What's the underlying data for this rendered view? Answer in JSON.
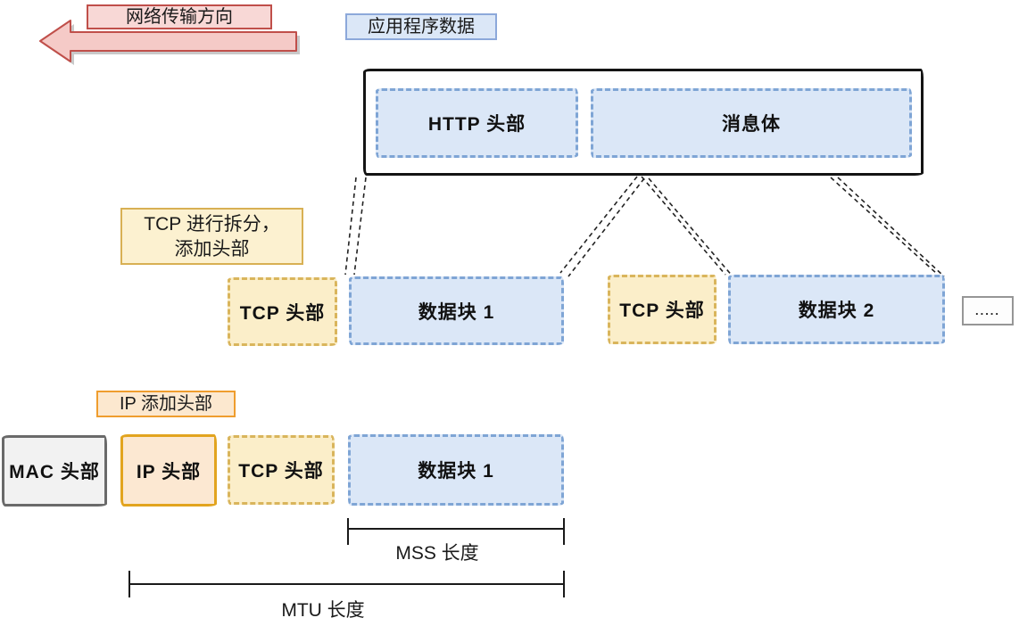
{
  "direction": {
    "label": "网络传输方向"
  },
  "app_data": {
    "label": "应用程序数据",
    "http_header": "HTTP 头部",
    "message_body": "消息体"
  },
  "tcp_note": {
    "line1": "TCP 进行拆分，",
    "line2": "添加头部"
  },
  "tcp_row": {
    "tcp_header_1": "TCP 头部",
    "data_block_1": "数据块 1",
    "tcp_header_2": "TCP 头部",
    "data_block_2": "数据块 2",
    "more": "....."
  },
  "ip_note": {
    "label": "IP 添加头部"
  },
  "frame_row": {
    "mac_header": "MAC 头部",
    "ip_header": "IP 头部",
    "tcp_header": "TCP 头部",
    "data_block": "数据块 1"
  },
  "measures": {
    "mss": "MSS 长度",
    "mtu": "MTU 长度"
  },
  "colors": {
    "pink_fill": "#f5cac7",
    "pink_border": "#c04f4a",
    "blue_fill": "#dbe7f7",
    "blue_border": "#7fa5d5",
    "yellow_fill": "#fbeec9",
    "yellow_border": "#d9b55c",
    "orange_fill": "#fce8d2",
    "orange_border": "#e2a41f",
    "gray_fill": "#f2f2f2",
    "gray_border": "#6a6a6a",
    "line_color": "#1a1a1a"
  }
}
